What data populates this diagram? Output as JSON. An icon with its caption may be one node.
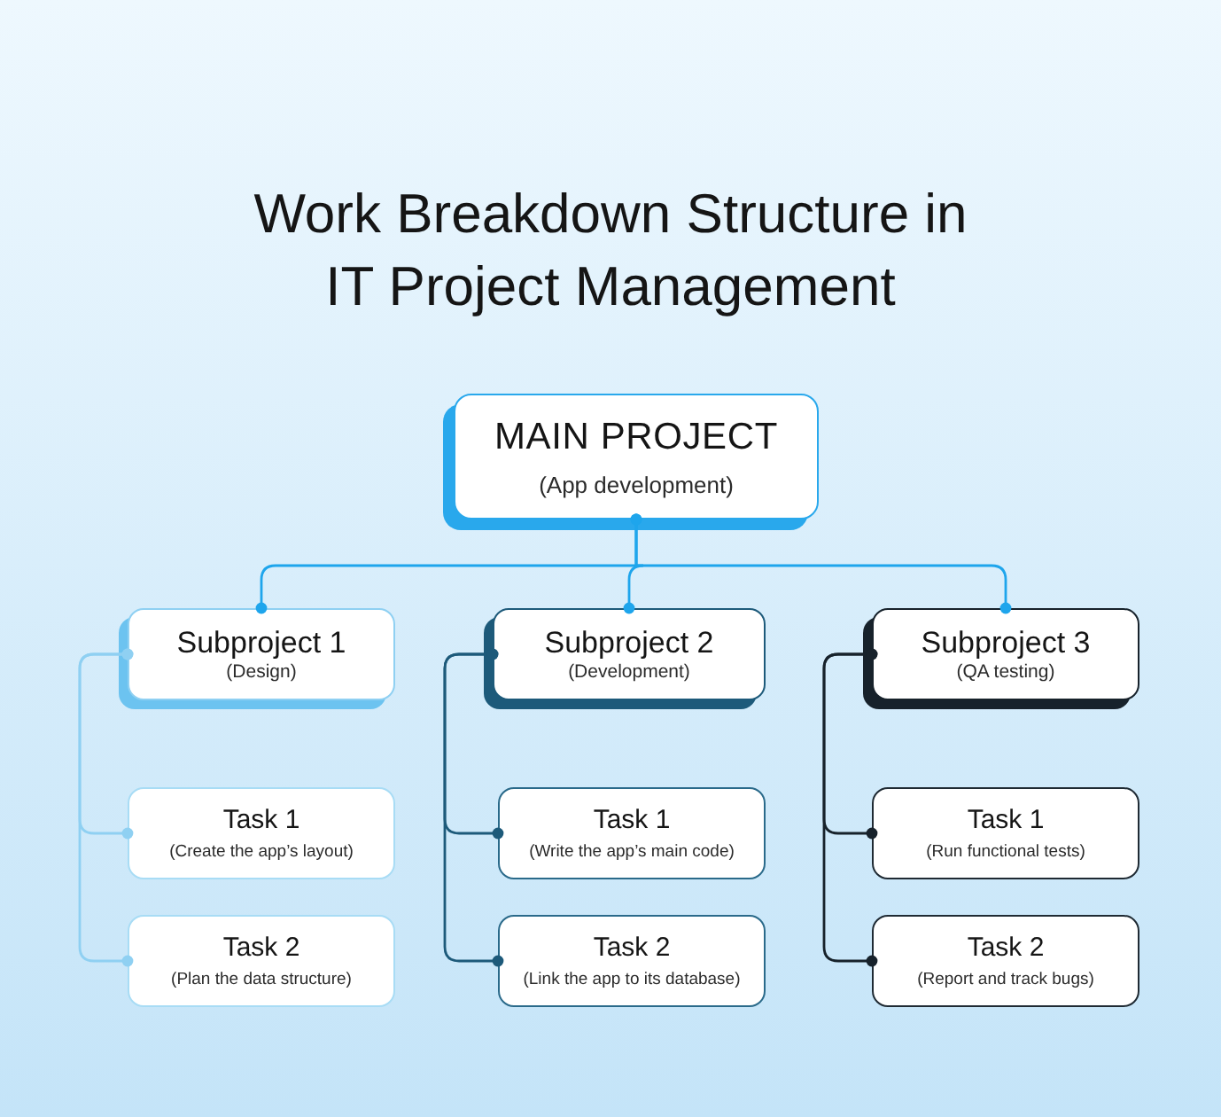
{
  "diagram": {
    "title": "Work Breakdown Structure in IT Project Management",
    "nodes": [
      {
        "text": [
          "MAIN PROJECT",
          "(App development)"
        ]
      },
      {
        "text": [
          "Subproject 1",
          "(Design)"
        ]
      },
      {
        "text": [
          "Subproject 2",
          "(Development)"
        ]
      },
      {
        "text": [
          "Subproject 3",
          "(QA testing)"
        ]
      },
      {
        "text": [
          "Task 1",
          "(Create the app’s layout)"
        ]
      },
      {
        "text": [
          "Task 2",
          "(Plan the data structure)"
        ]
      },
      {
        "text": [
          "Task 1",
          "(Write the app’s main code)"
        ]
      },
      {
        "text": [
          "Task 2",
          "(Link the app to its database)"
        ]
      },
      {
        "text": [
          "Task 1",
          "(Run functional tests)"
        ]
      },
      {
        "text": [
          "Task 2",
          "(Report and track bugs)"
        ]
      }
    ],
    "edges": [
      {
        "from": 0,
        "to": 1,
        "arrow": "other"
      },
      {
        "from": 0,
        "to": 2,
        "arrow": "other"
      },
      {
        "from": 0,
        "to": 3,
        "arrow": "other"
      },
      {
        "from": 1,
        "to": 4,
        "arrow": "other",
        "color": "#8fd0f2"
      },
      {
        "from": 1,
        "to": 5,
        "arrow": "other",
        "color": "#8fd0f2"
      },
      {
        "from": 2,
        "to": 6,
        "arrow": "other",
        "color": "#1d5a7a"
      },
      {
        "from": 2,
        "to": 7,
        "arrow": "other",
        "color": "#1d5a7a"
      },
      {
        "from": 3,
        "to": 8,
        "arrow": "other",
        "color": "#17222b"
      },
      {
        "from": 3,
        "to": 9,
        "arrow": "other",
        "color": "#17222b"
      }
    ]
  }
}
